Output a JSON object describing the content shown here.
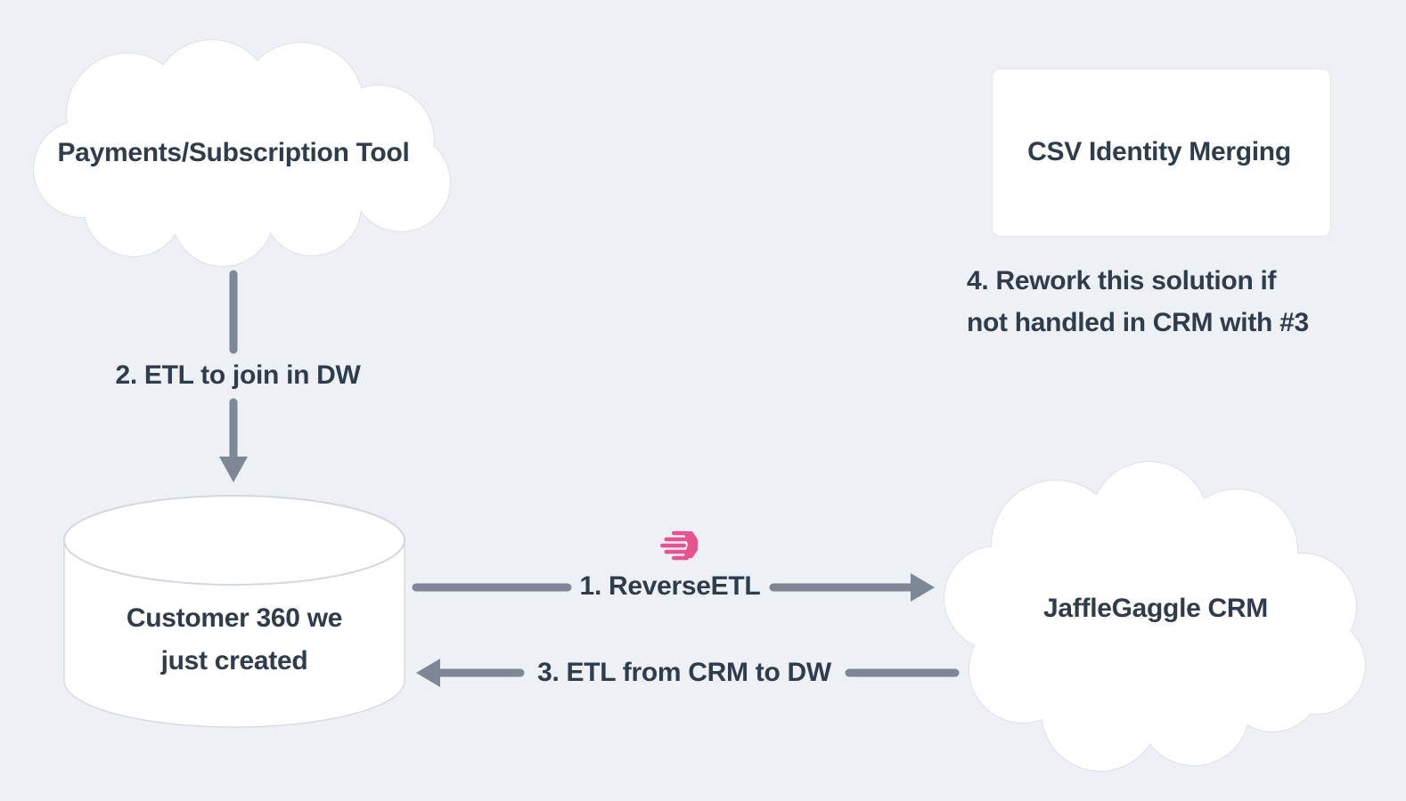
{
  "diagram": {
    "background_color": "#edf1f6",
    "colors": {
      "node_fill": "#ffffff",
      "node_stroke": "#d7dce2",
      "arrow_gray": "#7d8796",
      "text_dark": "#2e3c4c",
      "accent_pink": "#e8538f"
    },
    "nodes": {
      "payments_cloud": {
        "shape": "cloud",
        "label": "Payments/Subscription Tool"
      },
      "csv_card": {
        "shape": "rectangle",
        "label": "CSV Identity Merging"
      },
      "warehouse_db": {
        "shape": "cylinder",
        "label": "Customer 360 we just created",
        "line1": "Customer 360 we",
        "line2": "just created"
      },
      "crm_cloud": {
        "shape": "cloud",
        "label": "JaffleGaggle CRM"
      }
    },
    "edges": {
      "reverse_etl": {
        "label": "1. ReverseETL",
        "from": "warehouse_db",
        "to": "crm_cloud",
        "direction": "right"
      },
      "etl_join": {
        "label": "2. ETL to join in DW",
        "from": "payments_cloud",
        "to": "warehouse_db",
        "direction": "down"
      },
      "etl_from_crm": {
        "label": "3. ETL from CRM to DW",
        "from": "crm_cloud",
        "to": "warehouse_db",
        "direction": "left"
      }
    },
    "annotations": {
      "rework_note": {
        "text": "4. Rework this solution if not handled in CRM with #3",
        "line1": "4. Rework this solution if",
        "line2": "not handled in CRM with #3"
      }
    },
    "icons": {
      "census_logo": {
        "name": "census-logo",
        "color": "#e8538f"
      }
    }
  }
}
